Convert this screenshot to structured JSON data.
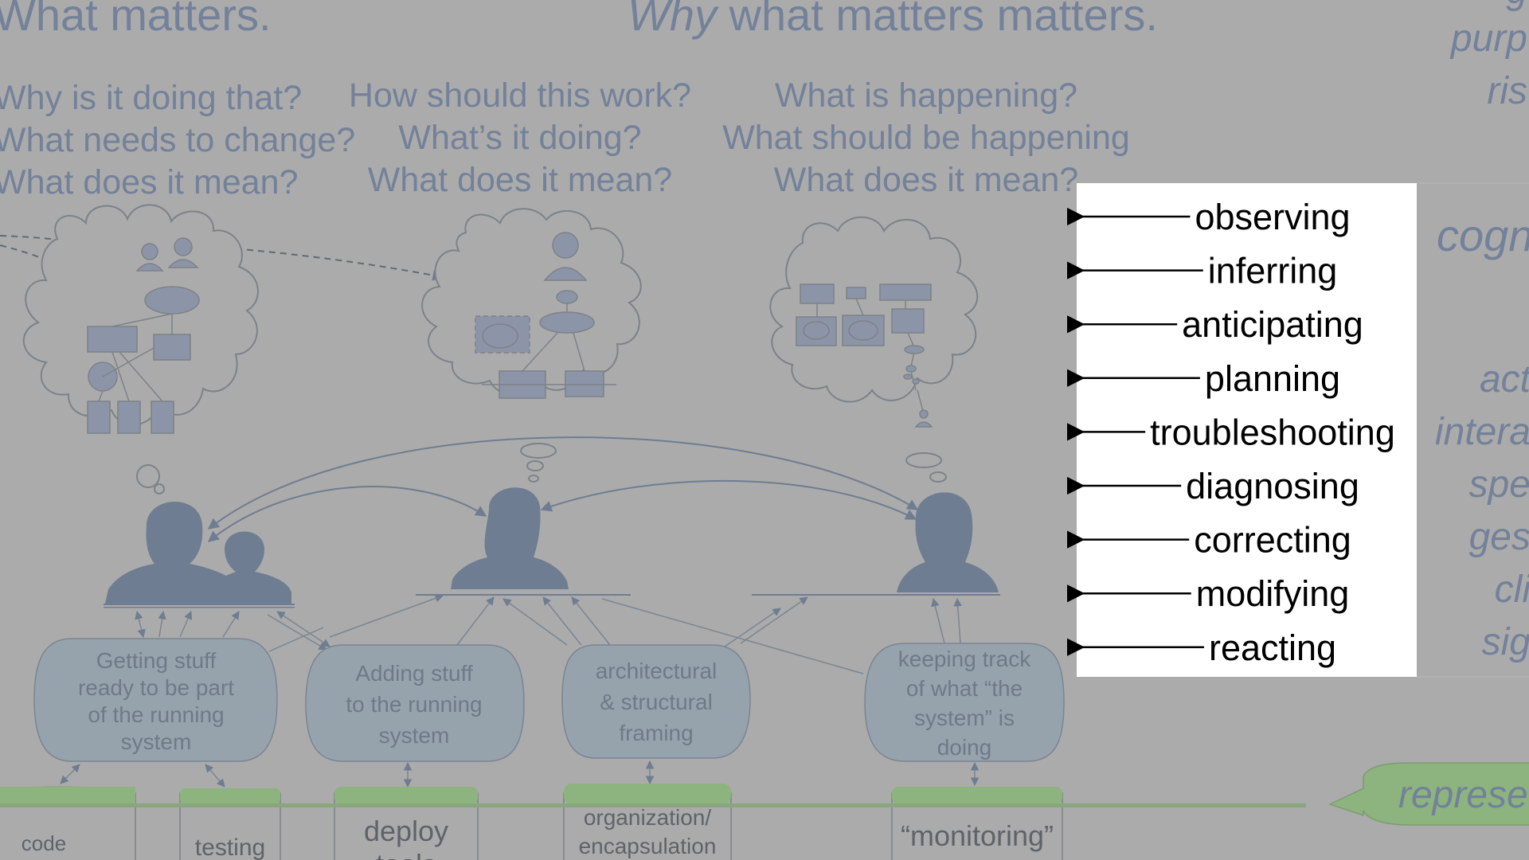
{
  "headers": {
    "left": "What matters.",
    "center_italic": "Why",
    "center_rest": " what matters matters.",
    "right_lines": [
      "g",
      "purp",
      "ris"
    ]
  },
  "questions": {
    "col1": [
      "Why is it doing that?",
      "What needs to change?",
      "What does it mean?"
    ],
    "col2": [
      "How should this work?",
      "What’s it doing?",
      "What does it mean?"
    ],
    "col3": [
      "What is happening?",
      "What should be happening",
      "What does it mean?"
    ]
  },
  "boxes": [
    {
      "lines": [
        "Getting stuff",
        "ready to be part",
        "of the running",
        "system"
      ]
    },
    {
      "lines": [
        "Adding stuff",
        "to the running",
        "system"
      ]
    },
    {
      "lines": [
        "architectural",
        "& structural",
        "framing"
      ]
    },
    {
      "lines": [
        "keeping track",
        "of what “the",
        "system” is",
        "doing"
      ]
    }
  ],
  "databases": [
    {
      "lines": [
        "code"
      ]
    },
    {
      "lines": [
        "testing"
      ]
    },
    {
      "lines": [
        "deploy",
        "tools"
      ]
    },
    {
      "lines": [
        "organization/",
        "encapsulation"
      ]
    },
    {
      "lines": [
        "“monitoring”"
      ]
    }
  ],
  "activities": [
    "observing",
    "inferring",
    "anticipating",
    "planning",
    "troubleshooting",
    "diagnosing",
    "correcting",
    "modifying",
    "reacting"
  ],
  "right_panel": {
    "heading": "cogn",
    "lines": [
      "act",
      "intera",
      "spe",
      "ges",
      "cli",
      "sig"
    ]
  },
  "banner": {
    "label": "represe"
  },
  "colors": {
    "background": "#ababab",
    "ink": "#73819a",
    "person": "#6e7d91",
    "box_fill": "#96a3ad",
    "database_top": "#8db37e",
    "panel": "#ffffff"
  }
}
